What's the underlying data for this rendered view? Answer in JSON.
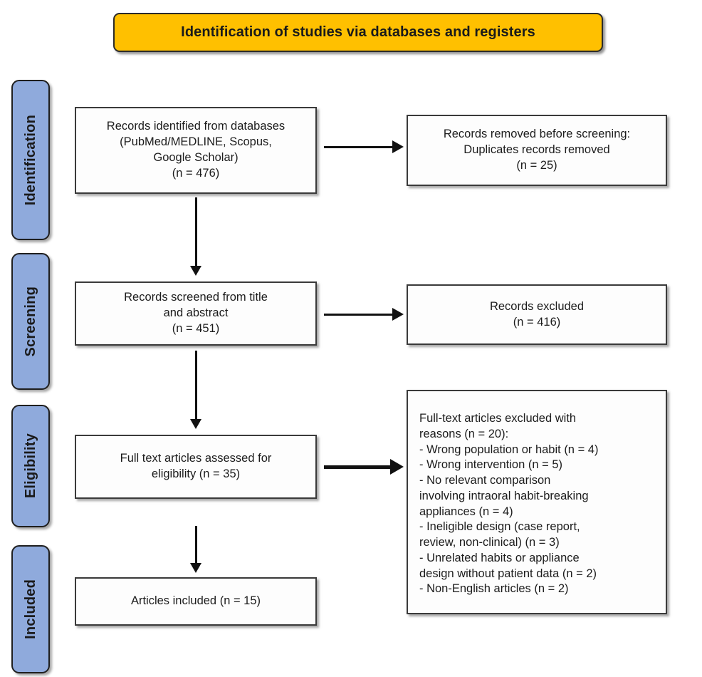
{
  "banner": {
    "title": "Identification of studies via databases and registers",
    "fill_color": "#FFC000",
    "text_color": "#1a1a1a"
  },
  "stages": [
    {
      "label": "Identification"
    },
    {
      "label": "Screening"
    },
    {
      "label": "Eligibility"
    },
    {
      "label": "Included"
    }
  ],
  "stage_style": {
    "fill_color": "#8FAADC",
    "border_color": "#1f1f1f"
  },
  "boxes": {
    "identified": "Records identified from databases\n(PubMed/MEDLINE, Scopus,\nGoogle Scholar)\n(n = 476)",
    "removed": "Records removed before  screening:\nDuplicates records removed\n(n = 25)",
    "screened": "Records screened from title\nand abstract\n(n = 451)",
    "excluded": "Records excluded\n(n = 416)",
    "fulltext": "Full text articles assessed for\neligibility (n = 35)",
    "reasons": "Full-text articles excluded with\nreasons (n = 20):\n- Wrong population or habit (n = 4)\n- Wrong intervention (n = 5)\n- No relevant comparison\ninvolving intraoral habit-breaking\nappliances (n = 4)\n- Ineligible design (case report,\nreview, non-clinical) (n = 3)\n- Unrelated habits or appliance\ndesign without patient data (n = 2)\n- Non-English articles (n = 2)",
    "included": "Articles included (n = 15)"
  },
  "chart_data": {
    "type": "diagram",
    "title": "Identification of studies via databases and registers",
    "nodes": [
      {
        "id": "identified",
        "stage": "Identification",
        "column": "left",
        "label": "Records identified from databases (PubMed/MEDLINE, Scopus, Google Scholar)",
        "n": 476
      },
      {
        "id": "removed",
        "stage": "Identification",
        "column": "right",
        "label": "Records removed before  screening: Duplicates records removed",
        "n": 25
      },
      {
        "id": "screened",
        "stage": "Screening",
        "column": "left",
        "label": "Records screened from title and abstract",
        "n": 451
      },
      {
        "id": "excluded",
        "stage": "Screening",
        "column": "right",
        "label": "Records excluded",
        "n": 416
      },
      {
        "id": "fulltext",
        "stage": "Eligibility",
        "column": "left",
        "label": "Full text articles assessed for eligibility",
        "n": 35
      },
      {
        "id": "reasons",
        "stage": "Eligibility",
        "column": "right",
        "label": "Full-text articles excluded with reasons",
        "n": 20,
        "reasons": [
          {
            "label": "Wrong population or habit",
            "n": 4
          },
          {
            "label": "Wrong intervention",
            "n": 5
          },
          {
            "label": "No relevant comparison involving intraoral habit-breaking appliances",
            "n": 4
          },
          {
            "label": "Ineligible design (case report, review, non-clinical)",
            "n": 3
          },
          {
            "label": "Unrelated habits or appliance design without patient data",
            "n": 2
          },
          {
            "label": "Non-English articles",
            "n": 2
          }
        ]
      },
      {
        "id": "included",
        "stage": "Included",
        "column": "left",
        "label": "Articles included",
        "n": 15
      }
    ],
    "edges": [
      {
        "from": "identified",
        "to": "removed",
        "direction": "right"
      },
      {
        "from": "identified",
        "to": "screened",
        "direction": "down"
      },
      {
        "from": "screened",
        "to": "excluded",
        "direction": "right"
      },
      {
        "from": "screened",
        "to": "fulltext",
        "direction": "down"
      },
      {
        "from": "fulltext",
        "to": "reasons",
        "direction": "right"
      },
      {
        "from": "fulltext",
        "to": "included",
        "direction": "down"
      }
    ]
  }
}
